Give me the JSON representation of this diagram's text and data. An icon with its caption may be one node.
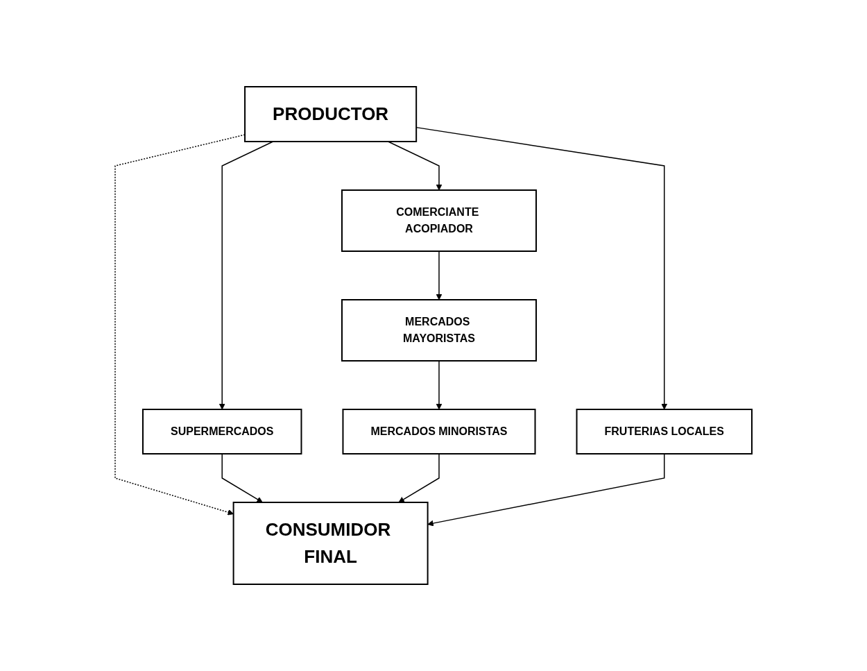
{
  "diagram": {
    "nodes": [
      {
        "text": [
          "PRODUCTOR"
        ]
      },
      {
        "text": [
          "COMERCIANTE ACOPIADOR"
        ]
      },
      {
        "text": [
          "FRUTERIAS LOCALES"
        ]
      },
      {
        "text": [
          "MERCADOS MAYORISTAS"
        ]
      },
      {
        "text": [
          "SUPERMERCADOS"
        ]
      },
      {
        "text": [
          "MERCADOS MINORISTAS"
        ]
      },
      {
        "text": [
          "CONSUMIDOR FINAL"
        ]
      }
    ],
    "edges": [
      {
        "from": 0,
        "to": 1,
        "arrow": "to"
      },
      {
        "from": 0,
        "to": 2,
        "arrow": "to"
      },
      {
        "from": 0,
        "to": 6,
        "arrow": "to",
        "style": "dashed"
      },
      {
        "from": 0,
        "to": 4,
        "arrow": "to"
      },
      {
        "from": 1,
        "to": 3,
        "arrow": "to"
      },
      {
        "from": 3,
        "to": 5,
        "arrow": "to"
      },
      {
        "from": 4,
        "to": 6,
        "arrow": "to"
      },
      {
        "from": 5,
        "to": 6,
        "arrow": "to"
      },
      {
        "from": 2,
        "to": 6,
        "arrow": "to"
      }
    ]
  }
}
